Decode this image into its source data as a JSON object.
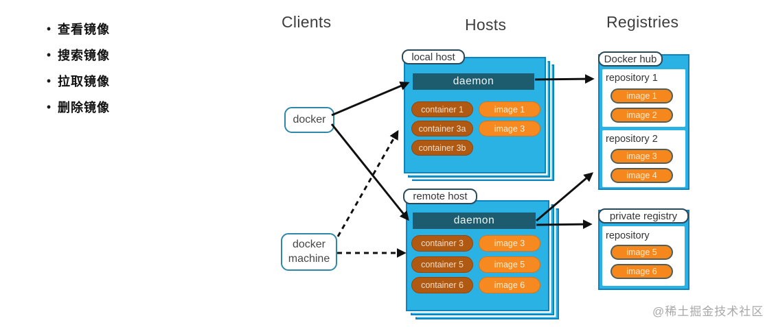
{
  "bullet_list": {
    "items": [
      "查看镜像",
      "搜索镜像",
      "拉取镜像",
      "删除镜像"
    ]
  },
  "columns": {
    "clients": "Clients",
    "hosts": "Hosts",
    "registries": "Registries"
  },
  "clients": {
    "docker_label": "docker",
    "docker_machine_label": "docker\nmachine"
  },
  "hosts": {
    "local": {
      "tab": "local host",
      "daemon": "daemon",
      "containers": [
        "container 1",
        "container 3a",
        "container 3b"
      ],
      "images": [
        "image 1",
        "image 3"
      ]
    },
    "remote": {
      "tab": "remote host",
      "daemon": "daemon",
      "containers": [
        "container 3",
        "container 5",
        "container 6"
      ],
      "images": [
        "image 3",
        "image 5",
        "image 6"
      ]
    }
  },
  "registries": {
    "docker_hub": {
      "tab": "Docker hub",
      "repo1": {
        "name": "repository 1",
        "images": [
          "image 1",
          "image 2"
        ]
      },
      "repo2": {
        "name": "repository 2",
        "images": [
          "image 3",
          "image 4"
        ]
      }
    },
    "private": {
      "tab": "private registry",
      "repo": {
        "name": "repository",
        "images": [
          "image 5",
          "image 6"
        ]
      }
    }
  },
  "watermark": "@稀土掘金技术社区",
  "colors": {
    "host_fill": "#2ab2e4",
    "box_border": "#0d84be",
    "daemon_fill": "#1d5c6e",
    "container_fill": "#b05912",
    "image_fill": "#f6891f",
    "registry_image_border": "#4f5f58",
    "tab_border": "#27495a",
    "client_border": "#2e86a8",
    "arrow": "#101010",
    "heading_text": "#3d3d3d",
    "watermark_text": "#a8a8a8"
  }
}
